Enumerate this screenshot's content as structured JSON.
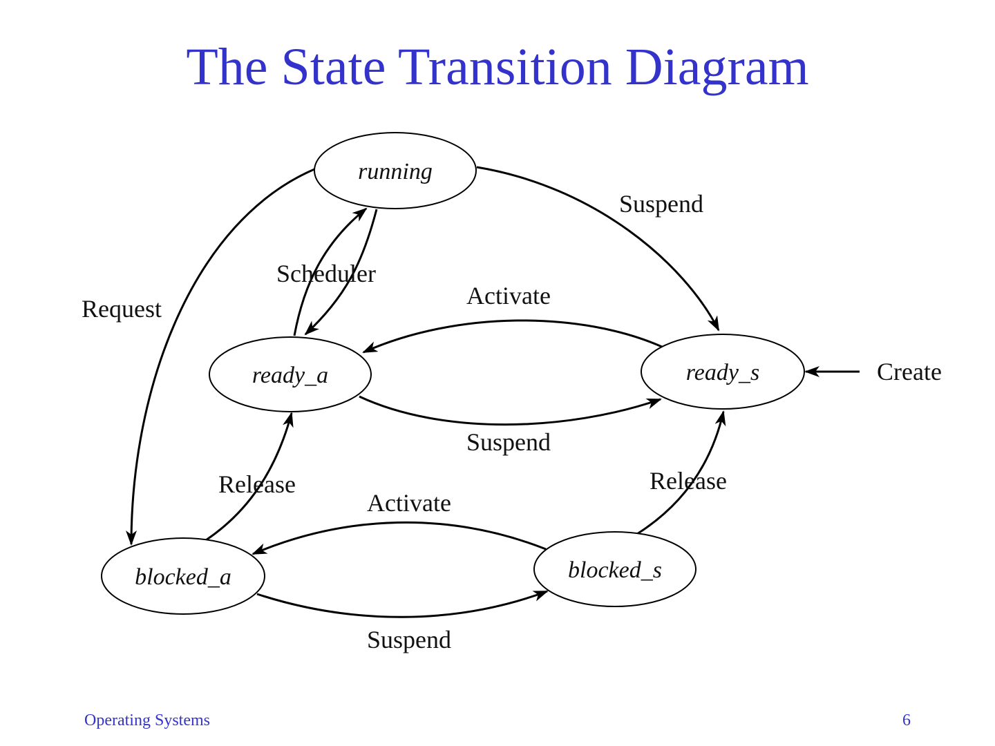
{
  "slide": {
    "title": "The State Transition Diagram",
    "footer_left": "Operating Systems",
    "page_number": "6"
  },
  "colors": {
    "title": "#3333cc",
    "footer": "#3333cc",
    "lines": "#000000"
  },
  "states": {
    "running": "running",
    "ready_a": "ready_a",
    "ready_s": "ready_s",
    "blocked_a": "blocked_a",
    "blocked_s": "blocked_s"
  },
  "transitions": {
    "running_to_ready_s": "Suspend",
    "scheduler": "Scheduler",
    "request": "Request",
    "ready_s_to_ready_a": "Activate",
    "ready_a_to_ready_s": "Suspend",
    "create": "Create",
    "blocked_a_to_ready_a": "Release",
    "blocked_s_to_ready_s": "Release",
    "blocked_s_to_blocked_a": "Activate",
    "blocked_a_to_blocked_s": "Suspend"
  }
}
